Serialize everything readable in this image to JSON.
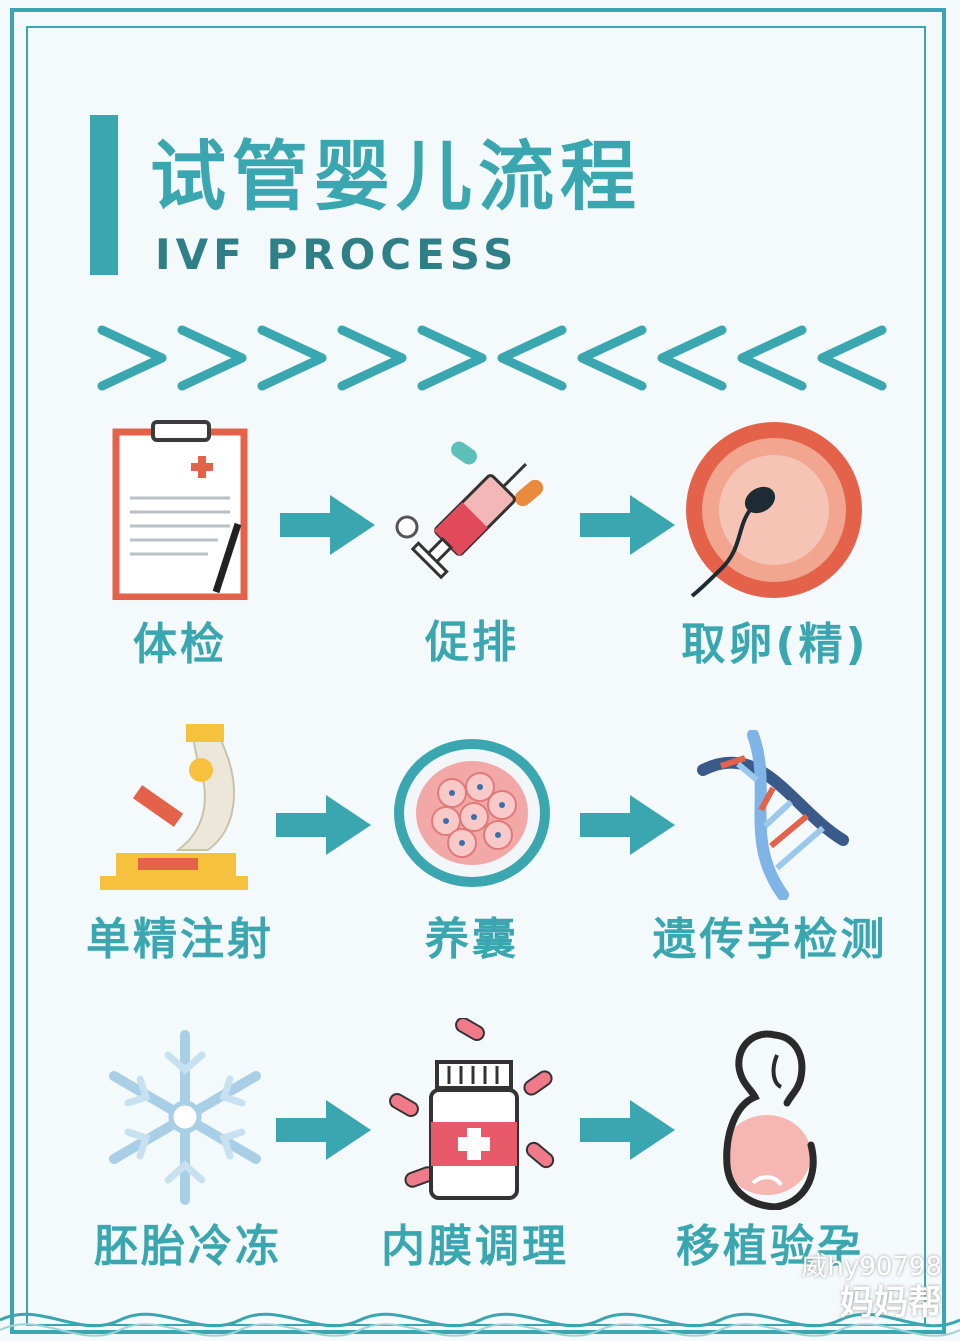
{
  "title": {
    "zh": "试管婴儿流程",
    "en": "IVF PROCESS",
    "chevrons": "> > > > > < < < < <"
  },
  "steps": [
    {
      "label": "体检",
      "icon": "clipboard-icon"
    },
    {
      "label": "促排",
      "icon": "syringe-icon"
    },
    {
      "label": "取卵(精)",
      "icon": "egg-sperm-icon"
    },
    {
      "label": "单精注射",
      "icon": "microscope-icon"
    },
    {
      "label": "养囊",
      "icon": "blastocyst-icon"
    },
    {
      "label": "遗传学检测",
      "icon": "dna-icon"
    },
    {
      "label": "胚胎冷冻",
      "icon": "snowflake-icon"
    },
    {
      "label": "内膜调理",
      "icon": "medicine-bottle-icon"
    },
    {
      "label": "移植验孕",
      "icon": "pregnant-woman-icon"
    }
  ],
  "watermark": {
    "user": "威hy90798",
    "brand": "妈妈帮"
  },
  "colors": {
    "accent": "#3aa7b0",
    "accent_dark": "#2f7f86",
    "background": "#f4f9fb"
  }
}
